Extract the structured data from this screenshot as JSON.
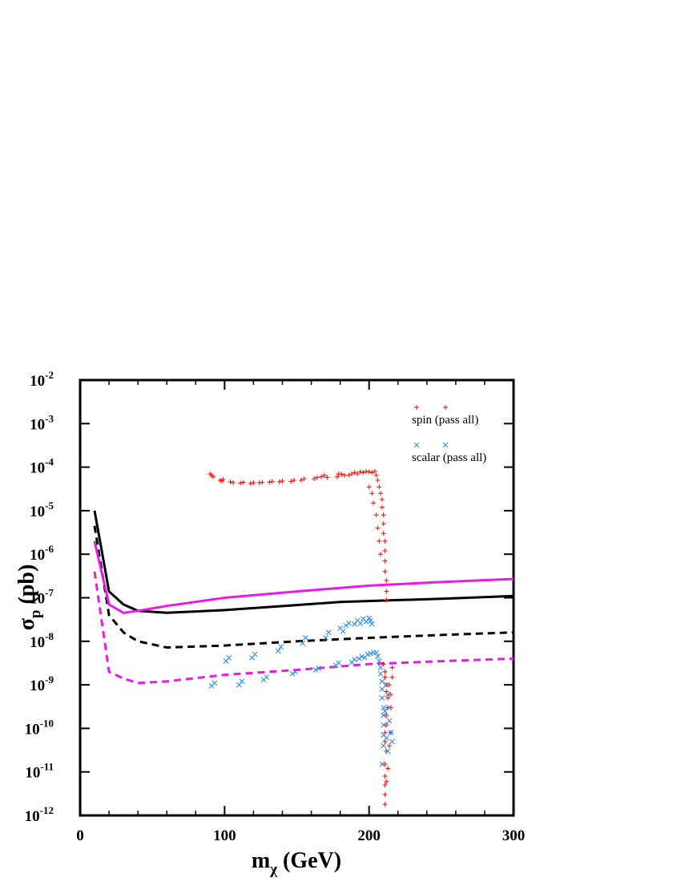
{
  "chart_data": {
    "type": "scatter",
    "title": "",
    "xlabel": {
      "main": "m",
      "sub": "χ",
      "unit": "(GeV)"
    },
    "ylabel": {
      "main": "σ",
      "sub": "p",
      "unit": "(pb)"
    },
    "xlim": [
      0,
      300
    ],
    "ylim": [
      1e-12,
      0.01
    ],
    "yscale": "log",
    "xticks": [
      0,
      100,
      200,
      300
    ],
    "ytick_exponents": [
      -12,
      -11,
      -10,
      -9,
      -8,
      -7,
      -6,
      -5,
      -4,
      -3,
      -2
    ],
    "ytick_base": "10",
    "grid": false,
    "legend_position": "top-right",
    "colors": {
      "spin": "#e8201a",
      "scalar": "#2f8fe6",
      "black": "#000000",
      "magenta": "#e81ae8"
    },
    "lines": [
      {
        "color": "black",
        "style": "solid",
        "x": [
          10,
          20,
          30,
          40,
          60,
          100,
          150,
          180,
          250,
          300
        ],
        "y": [
          1e-05,
          1.4e-07,
          7e-08,
          5e-08,
          4.5e-08,
          5.2e-08,
          6.8e-08,
          8e-08,
          9.5e-08,
          1.1e-07
        ]
      },
      {
        "color": "black",
        "style": "dashed",
        "x": [
          10,
          20,
          30,
          40,
          60,
          100,
          150,
          200,
          250,
          300
        ],
        "y": [
          4.5e-06,
          4e-08,
          1.6e-08,
          1e-08,
          7.2e-09,
          8e-09,
          1e-08,
          1.2e-08,
          1.4e-08,
          1.6e-08
        ]
      },
      {
        "color": "magenta",
        "style": "solid",
        "x": [
          10,
          20,
          30,
          40,
          60,
          100,
          150,
          200,
          250,
          300
        ],
        "y": [
          2e-06,
          7e-08,
          4.5e-08,
          5e-08,
          6.5e-08,
          1e-07,
          1.4e-07,
          1.9e-07,
          2.3e-07,
          2.7e-07
        ]
      },
      {
        "color": "magenta",
        "style": "dashed",
        "x": [
          10,
          20,
          30,
          40,
          60,
          100,
          150,
          200,
          250,
          300
        ],
        "y": [
          4e-07,
          2e-09,
          1.4e-09,
          1.1e-09,
          1.2e-09,
          1.7e-09,
          2.2e-09,
          3e-09,
          3.5e-09,
          4e-09
        ]
      }
    ],
    "series": [
      {
        "name": "spin (pass all)",
        "color": "spin",
        "marker": "+",
        "points": [
          [
            90,
            7e-05
          ],
          [
            91,
            6.5e-05
          ],
          [
            92,
            6e-05
          ],
          [
            97,
            5e-05
          ],
          [
            98,
            4.8e-05
          ],
          [
            99,
            5.2e-05
          ],
          [
            104,
            4.6e-05
          ],
          [
            106,
            4.4e-05
          ],
          [
            111,
            4.3e-05
          ],
          [
            113,
            4.5e-05
          ],
          [
            118,
            4.2e-05
          ],
          [
            120,
            4.4e-05
          ],
          [
            124,
            4.4e-05
          ],
          [
            126,
            4.5e-05
          ],
          [
            131,
            4.5e-05
          ],
          [
            133,
            4.7e-05
          ],
          [
            138,
            4.6e-05
          ],
          [
            140,
            4.8e-05
          ],
          [
            146,
            4.7e-05
          ],
          [
            148,
            5e-05
          ],
          [
            153,
            5e-05
          ],
          [
            155,
            5.4e-05
          ],
          [
            162,
            5.4e-05
          ],
          [
            164,
            5.8e-05
          ],
          [
            167,
            6e-05
          ],
          [
            169,
            6.5e-05
          ],
          [
            171,
            5.8e-05
          ],
          [
            178,
            6e-05
          ],
          [
            179,
            7e-05
          ],
          [
            181,
            6.8e-05
          ],
          [
            183,
            6.5e-05
          ],
          [
            186,
            6.5e-05
          ],
          [
            188,
            7e-05
          ],
          [
            190,
            7.5e-05
          ],
          [
            192,
            7e-05
          ],
          [
            194,
            7.8e-05
          ],
          [
            196,
            7.5e-05
          ],
          [
            198,
            8e-05
          ],
          [
            200,
            7.8e-05
          ],
          [
            202,
            7.5e-05
          ],
          [
            204,
            8e-05
          ],
          [
            205,
            6.5e-05
          ],
          [
            206,
            5e-05
          ],
          [
            207,
            3.5e-05
          ],
          [
            208,
            2.5e-05
          ],
          [
            209,
            1.8e-05
          ],
          [
            209,
            1.2e-05
          ],
          [
            210,
            8e-06
          ],
          [
            210,
            5e-06
          ],
          [
            210,
            3e-06
          ],
          [
            211,
            2e-06
          ],
          [
            211,
            1.2e-06
          ],
          [
            211,
            7e-07
          ],
          [
            211,
            4e-07
          ],
          [
            212,
            2.5e-07
          ],
          [
            212,
            1.4e-07
          ],
          [
            212,
            9e-08
          ],
          [
            200,
            3.5e-05
          ],
          [
            202,
            2.5e-05
          ],
          [
            203,
            1.5e-05
          ],
          [
            205,
            8e-06
          ],
          [
            206,
            4e-06
          ],
          [
            207,
            2e-06
          ],
          [
            208,
            1e-06
          ],
          [
            210,
            3e-09
          ],
          [
            211,
            2e-09
          ],
          [
            211,
            1.5e-09
          ],
          [
            212,
            1e-09
          ],
          [
            212,
            7e-10
          ],
          [
            213,
            5e-10
          ],
          [
            213,
            3e-10
          ],
          [
            212,
            2e-10
          ],
          [
            212,
            1.2e-10
          ],
          [
            211,
            8e-11
          ],
          [
            211,
            5e-11
          ],
          [
            212,
            3e-11
          ],
          [
            211,
            1.5e-11
          ],
          [
            211,
            8e-12
          ],
          [
            211,
            5e-12
          ],
          [
            211,
            3e-12
          ],
          [
            211,
            1.8e-12
          ],
          [
            214,
            1e-09
          ],
          [
            215,
            6e-10
          ],
          [
            215,
            3e-10
          ],
          [
            216,
            1.5e-09
          ],
          [
            216,
            2.5e-09
          ],
          [
            215,
            8e-11
          ],
          [
            214,
            4e-11
          ],
          [
            213,
            1.2e-11
          ],
          [
            212,
            6e-12
          ]
        ]
      },
      {
        "name": "scalar (pass all)",
        "color": "scalar",
        "marker": "x",
        "points": [
          [
            91,
            9.5e-10
          ],
          [
            93,
            1.1e-09
          ],
          [
            101,
            3.5e-09
          ],
          [
            103,
            4.2e-09
          ],
          [
            110,
            1e-09
          ],
          [
            112,
            1.2e-09
          ],
          [
            119,
            4.2e-09
          ],
          [
            121,
            5e-09
          ],
          [
            127,
            1.3e-09
          ],
          [
            129,
            1.5e-09
          ],
          [
            137,
            6e-09
          ],
          [
            139,
            7.5e-09
          ],
          [
            147,
            1.8e-09
          ],
          [
            149,
            2e-09
          ],
          [
            154,
            9e-09
          ],
          [
            156,
            1.2e-08
          ],
          [
            163,
            2.2e-09
          ],
          [
            165,
            2.4e-09
          ],
          [
            170,
            1.2e-08
          ],
          [
            172,
            1.6e-08
          ],
          [
            177,
            2.8e-09
          ],
          [
            179,
            3.2e-09
          ],
          [
            180,
            2e-08
          ],
          [
            182,
            1.7e-08
          ],
          [
            184,
            2.3e-08
          ],
          [
            186,
            2.6e-08
          ],
          [
            188,
            3.3e-09
          ],
          [
            190,
            3.8e-09
          ],
          [
            190,
            2.5e-08
          ],
          [
            192,
            3e-08
          ],
          [
            194,
            2.6e-08
          ],
          [
            196,
            3.3e-08
          ],
          [
            198,
            2.8e-08
          ],
          [
            200,
            3.4e-08
          ],
          [
            201,
            3e-08
          ],
          [
            202,
            2.5e-08
          ],
          [
            193,
            4e-09
          ],
          [
            195,
            4.5e-09
          ],
          [
            197,
            4.2e-09
          ],
          [
            199,
            5e-09
          ],
          [
            201,
            5.2e-09
          ],
          [
            203,
            5.5e-09
          ],
          [
            205,
            5.5e-09
          ],
          [
            206,
            4.5e-09
          ],
          [
            207,
            3.5e-09
          ],
          [
            208,
            2.5e-09
          ],
          [
            208,
            1.8e-09
          ],
          [
            209,
            1.2e-09
          ],
          [
            209,
            8e-10
          ],
          [
            209,
            5e-10
          ],
          [
            210,
            3e-10
          ],
          [
            210,
            2e-10
          ],
          [
            210,
            1.2e-10
          ],
          [
            210,
            7e-11
          ],
          [
            210,
            4e-11
          ],
          [
            209,
            1.5e-11
          ],
          [
            212,
            1e-09
          ],
          [
            213,
            6e-10
          ],
          [
            214,
            3e-10
          ],
          [
            214,
            1.5e-10
          ],
          [
            215,
            8e-11
          ],
          [
            216,
            5e-11
          ],
          [
            212,
            6e-11
          ],
          [
            213,
            3e-11
          ],
          [
            211,
            2.5e-10
          ]
        ]
      }
    ]
  }
}
